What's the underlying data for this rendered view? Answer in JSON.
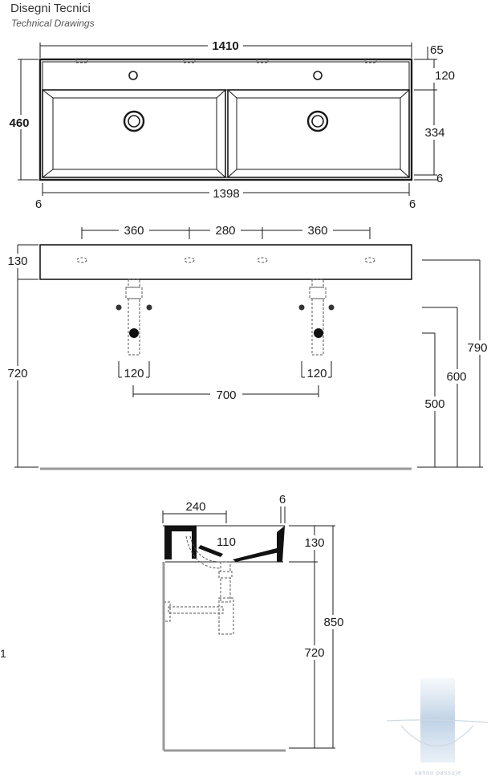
{
  "header": {
    "title": "Disegni Tecnici",
    "subtitle": "Technical Drawings"
  },
  "side_label": "1",
  "top_view": {
    "overall_width": "1410",
    "depth": "460",
    "inner_width": "1398",
    "rim_right": "65",
    "back_ledge": "120",
    "bowl_depth": "334",
    "front_rim": "6",
    "left_margin": "6",
    "right_margin": "6"
  },
  "front_view": {
    "spacing_left": "360",
    "spacing_middle": "280",
    "spacing_right": "360",
    "basin_height": "130",
    "lower_height": "720",
    "height_790": "790",
    "height_600": "600",
    "height_500": "500",
    "drain_left": "120",
    "drain_right": "120",
    "drain_spacing": "700"
  },
  "side_view": {
    "top_depth": "240",
    "wall": "6",
    "drain_offset": "110",
    "basin_height": "130",
    "total_height": "850",
    "lower_height": "720"
  },
  "logo": {
    "text": "vannu passuje"
  }
}
